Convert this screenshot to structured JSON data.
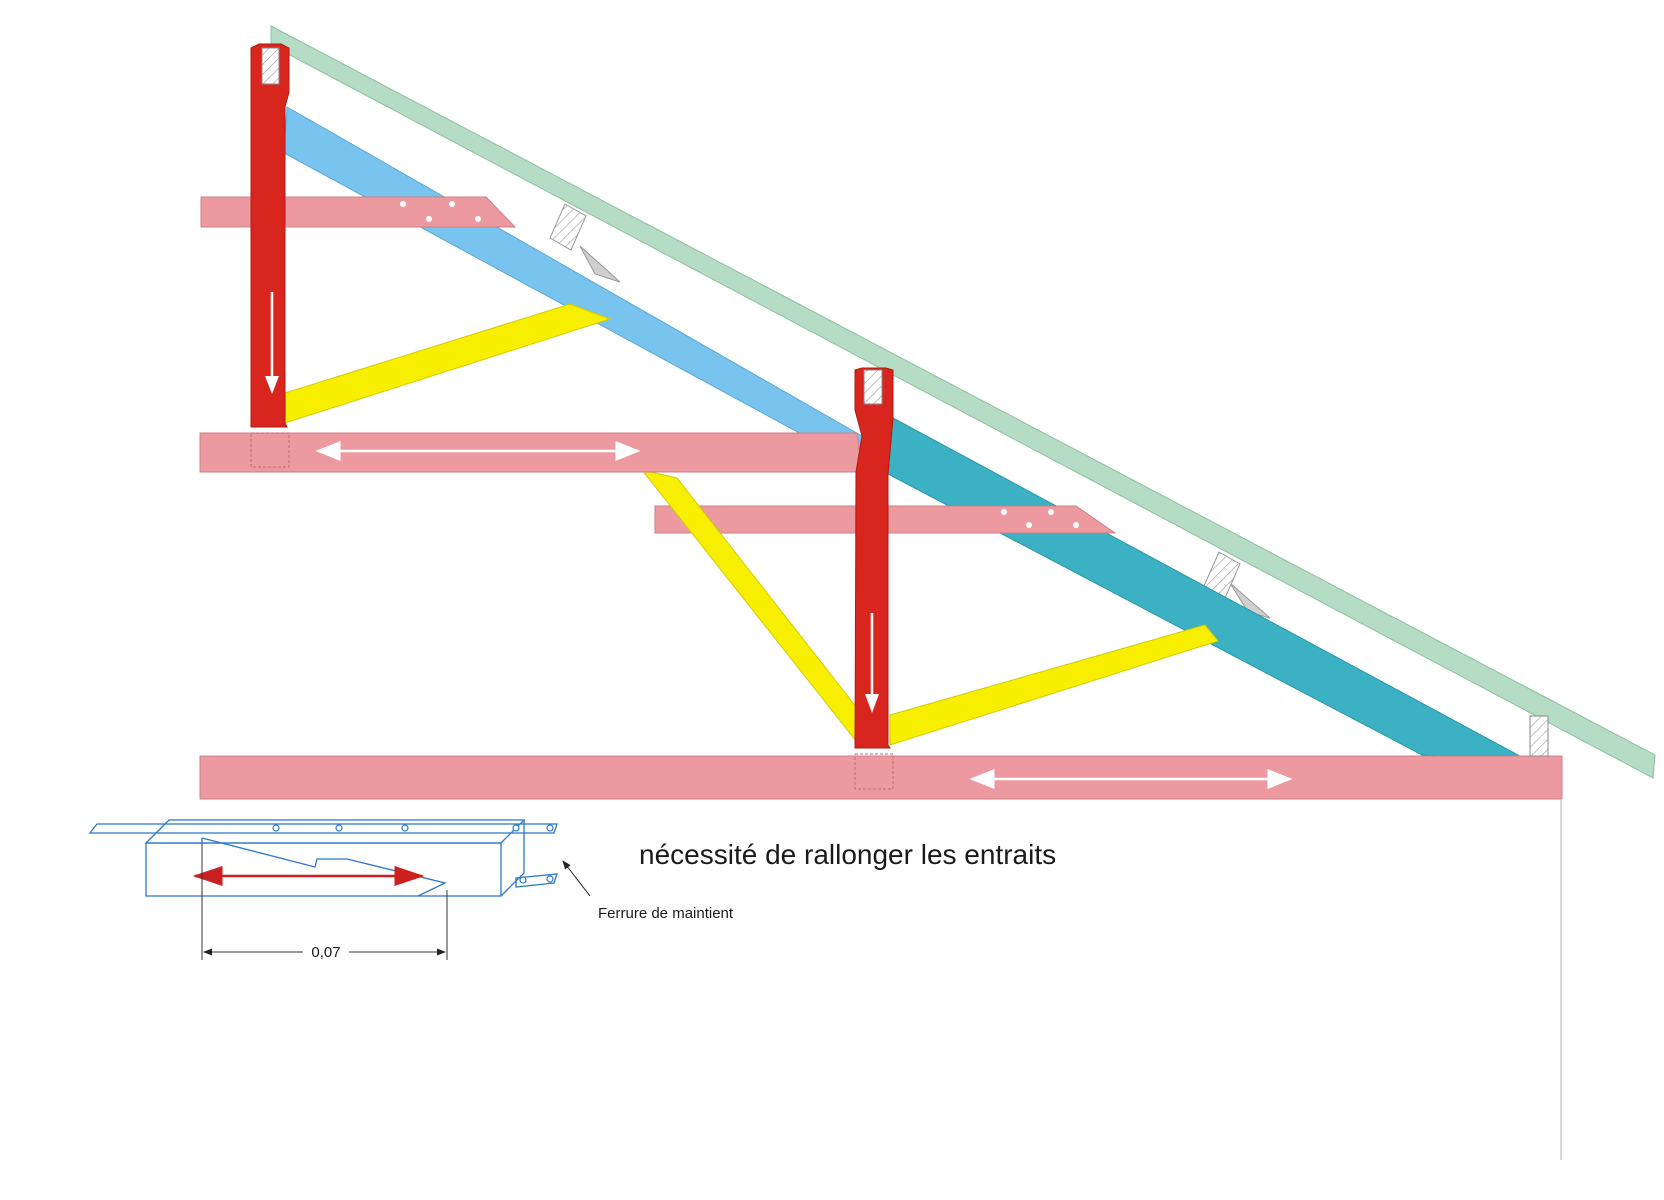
{
  "title": "nécessité de rallonger les entraits",
  "detail_label": "Ferrure de maintient",
  "dimension_label": "0,07",
  "colors": {
    "rafter": "#b5dcc4",
    "post": "#d8251e",
    "tie_beam": "#ec9aa0",
    "upper_strut": "#78c4ee",
    "lower_strut": "#3cb1c3",
    "brace": "#f7ee00",
    "detail_outline": "#2a78c8",
    "detail_arrow": "#cc1f1f"
  }
}
